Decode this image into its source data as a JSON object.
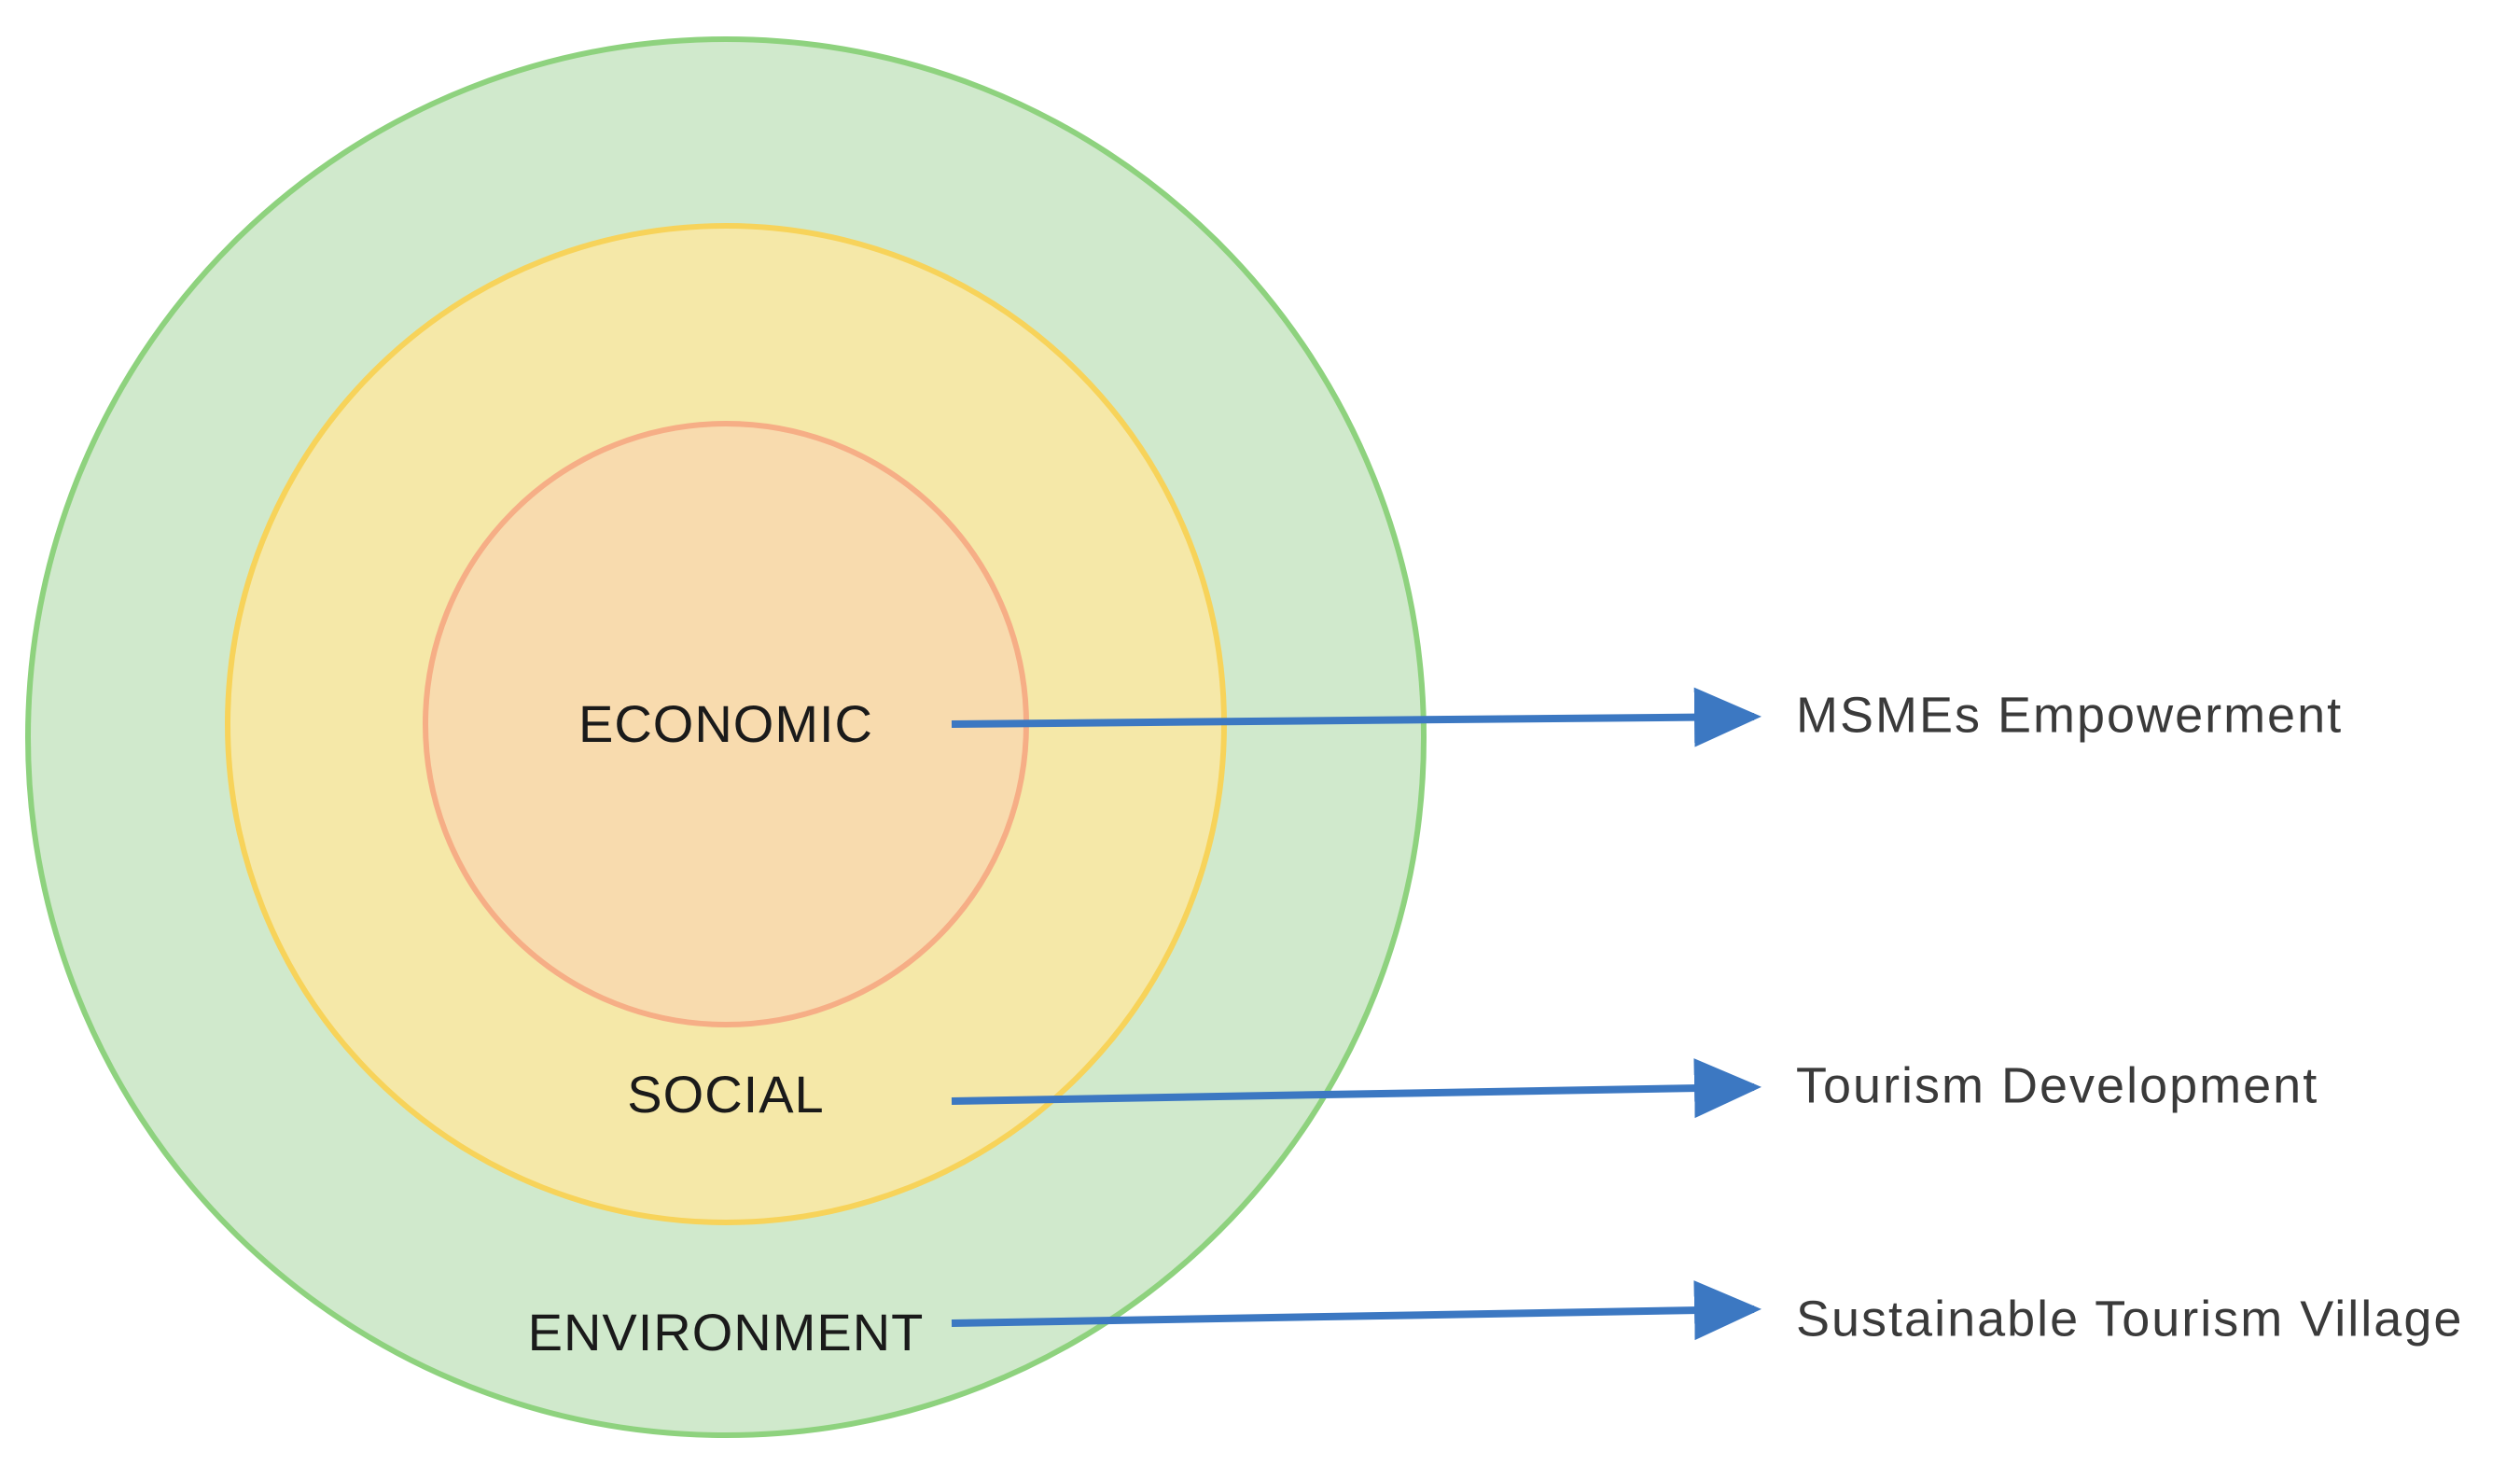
{
  "colors": {
    "environment_fill": "#D0E9CC",
    "environment_stroke": "#8ED27E",
    "social_fill": "#F5E8A8",
    "social_stroke": "#F7D35A",
    "economic_fill": "#F8DBAE",
    "economic_stroke": "#F6AE86",
    "arrow": "#3C78C2"
  },
  "rings": [
    {
      "id": "environment",
      "label": "ENVIRONMENT"
    },
    {
      "id": "social",
      "label": "SOCIAL"
    },
    {
      "id": "economic",
      "label": "ECONOMIC"
    }
  ],
  "outcomes": [
    {
      "from": "economic",
      "label": "MSMEs Empowerment"
    },
    {
      "from": "social",
      "label": "Tourism Development"
    },
    {
      "from": "environment",
      "label": "Sustainable Tourism Village"
    }
  ]
}
